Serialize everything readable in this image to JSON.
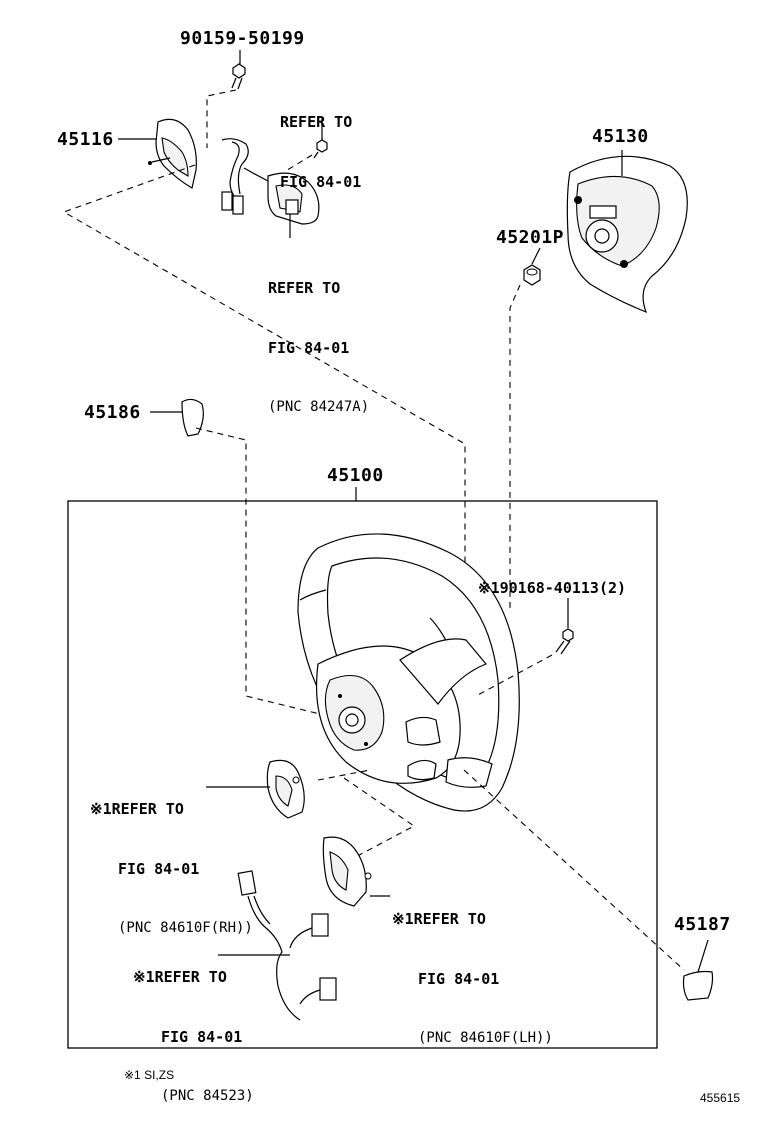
{
  "parts": {
    "bolt_top": "90159-50199",
    "p45116": "45116",
    "p45130": "45130",
    "p45201p": "45201P",
    "p45186": "45186",
    "p45100": "45100",
    "bolt_wheel": "※190168-40113(2)",
    "p45187": "45187"
  },
  "refs": {
    "top_switch": [
      "REFER TO",
      "FIG 84-01"
    ],
    "top_harness": [
      "REFER TO",
      "FIG 84-01",
      "(PNC 84247A)"
    ],
    "rh_switch": [
      "※1REFER TO",
      "FIG 84-01",
      "(PNC 84610F(RH))"
    ],
    "lh_switch": [
      "※1REFER TO",
      "FIG 84-01",
      "(PNC 84610F(LH))"
    ],
    "harness": [
      "※1REFER TO",
      "FIG 84-01",
      "(PNC 84523)"
    ]
  },
  "footnote": "※1 SI,ZS",
  "figure_id": "455615"
}
